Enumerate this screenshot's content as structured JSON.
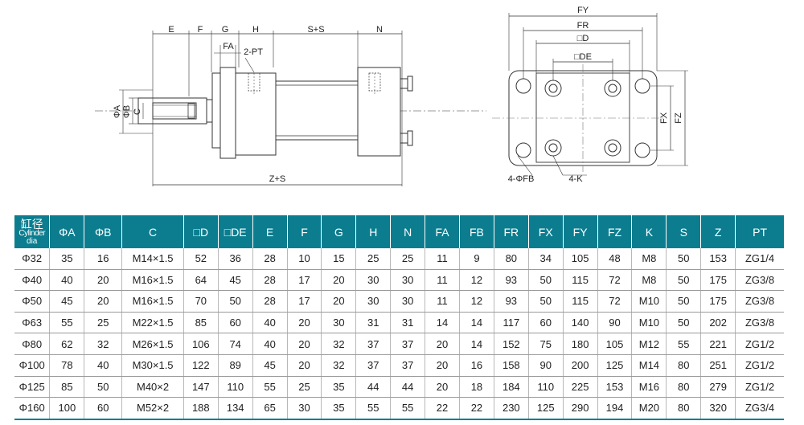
{
  "side_view": {
    "dim_E": "E",
    "dim_F": "F",
    "dim_G": "G",
    "dim_H": "H",
    "dim_SS": "S+S",
    "dim_N": "N",
    "dim_FA": "FA",
    "dim_PT": "2-PT",
    "dim_A": "ΦA",
    "dim_B": "ΦB",
    "dim_C": "C",
    "dim_ZS": "Z+S"
  },
  "front_view": {
    "dim_FY": "FY",
    "dim_FR": "FR",
    "dim_D": "□D",
    "dim_DE": "□DE",
    "dim_FX": "FX",
    "dim_FZ": "FZ",
    "dim_FB": "4-ΦFB",
    "dim_K": "4-K"
  },
  "table": {
    "header_dia_cn": "缸径",
    "header_dia_en1": "Cylinder",
    "header_dia_en2": "dia",
    "columns": [
      "ΦA",
      "ΦB",
      "C",
      "□D",
      "□DE",
      "E",
      "F",
      "G",
      "H",
      "N",
      "FA",
      "FB",
      "FR",
      "FX",
      "FY",
      "FZ",
      "K",
      "S",
      "Z",
      "PT"
    ],
    "rows": [
      [
        "Φ32",
        "35",
        "16",
        "M14×1.5",
        "52",
        "36",
        "28",
        "10",
        "15",
        "25",
        "25",
        "11",
        "9",
        "80",
        "34",
        "105",
        "48",
        "M8",
        "50",
        "153",
        "ZG1/4"
      ],
      [
        "Φ40",
        "40",
        "20",
        "M16×1.5",
        "64",
        "45",
        "28",
        "17",
        "20",
        "30",
        "30",
        "11",
        "12",
        "93",
        "50",
        "115",
        "72",
        "M8",
        "50",
        "175",
        "ZG3/8"
      ],
      [
        "Φ50",
        "45",
        "20",
        "M16×1.5",
        "70",
        "50",
        "28",
        "17",
        "20",
        "30",
        "30",
        "11",
        "12",
        "93",
        "50",
        "115",
        "72",
        "M10",
        "50",
        "175",
        "ZG3/8"
      ],
      [
        "Φ63",
        "55",
        "25",
        "M22×1.5",
        "85",
        "60",
        "40",
        "20",
        "30",
        "31",
        "31",
        "14",
        "14",
        "117",
        "60",
        "140",
        "90",
        "M10",
        "50",
        "202",
        "ZG3/8"
      ],
      [
        "Φ80",
        "62",
        "32",
        "M26×1.5",
        "106",
        "74",
        "40",
        "20",
        "32",
        "37",
        "37",
        "20",
        "14",
        "152",
        "75",
        "180",
        "105",
        "M12",
        "55",
        "221",
        "ZG1/2"
      ],
      [
        "Φ100",
        "78",
        "40",
        "M30×1.5",
        "122",
        "89",
        "45",
        "20",
        "32",
        "37",
        "37",
        "20",
        "16",
        "158",
        "90",
        "200",
        "125",
        "M14",
        "80",
        "251",
        "ZG1/2"
      ],
      [
        "Φ125",
        "85",
        "50",
        "M40×2",
        "147",
        "110",
        "55",
        "25",
        "35",
        "44",
        "44",
        "20",
        "18",
        "184",
        "110",
        "225",
        "153",
        "M16",
        "80",
        "279",
        "ZG1/2"
      ],
      [
        "Φ160",
        "100",
        "60",
        "M52×2",
        "188",
        "134",
        "65",
        "30",
        "35",
        "55",
        "55",
        "22",
        "22",
        "230",
        "125",
        "290",
        "194",
        "M20",
        "80",
        "320",
        "ZG3/4"
      ]
    ]
  }
}
